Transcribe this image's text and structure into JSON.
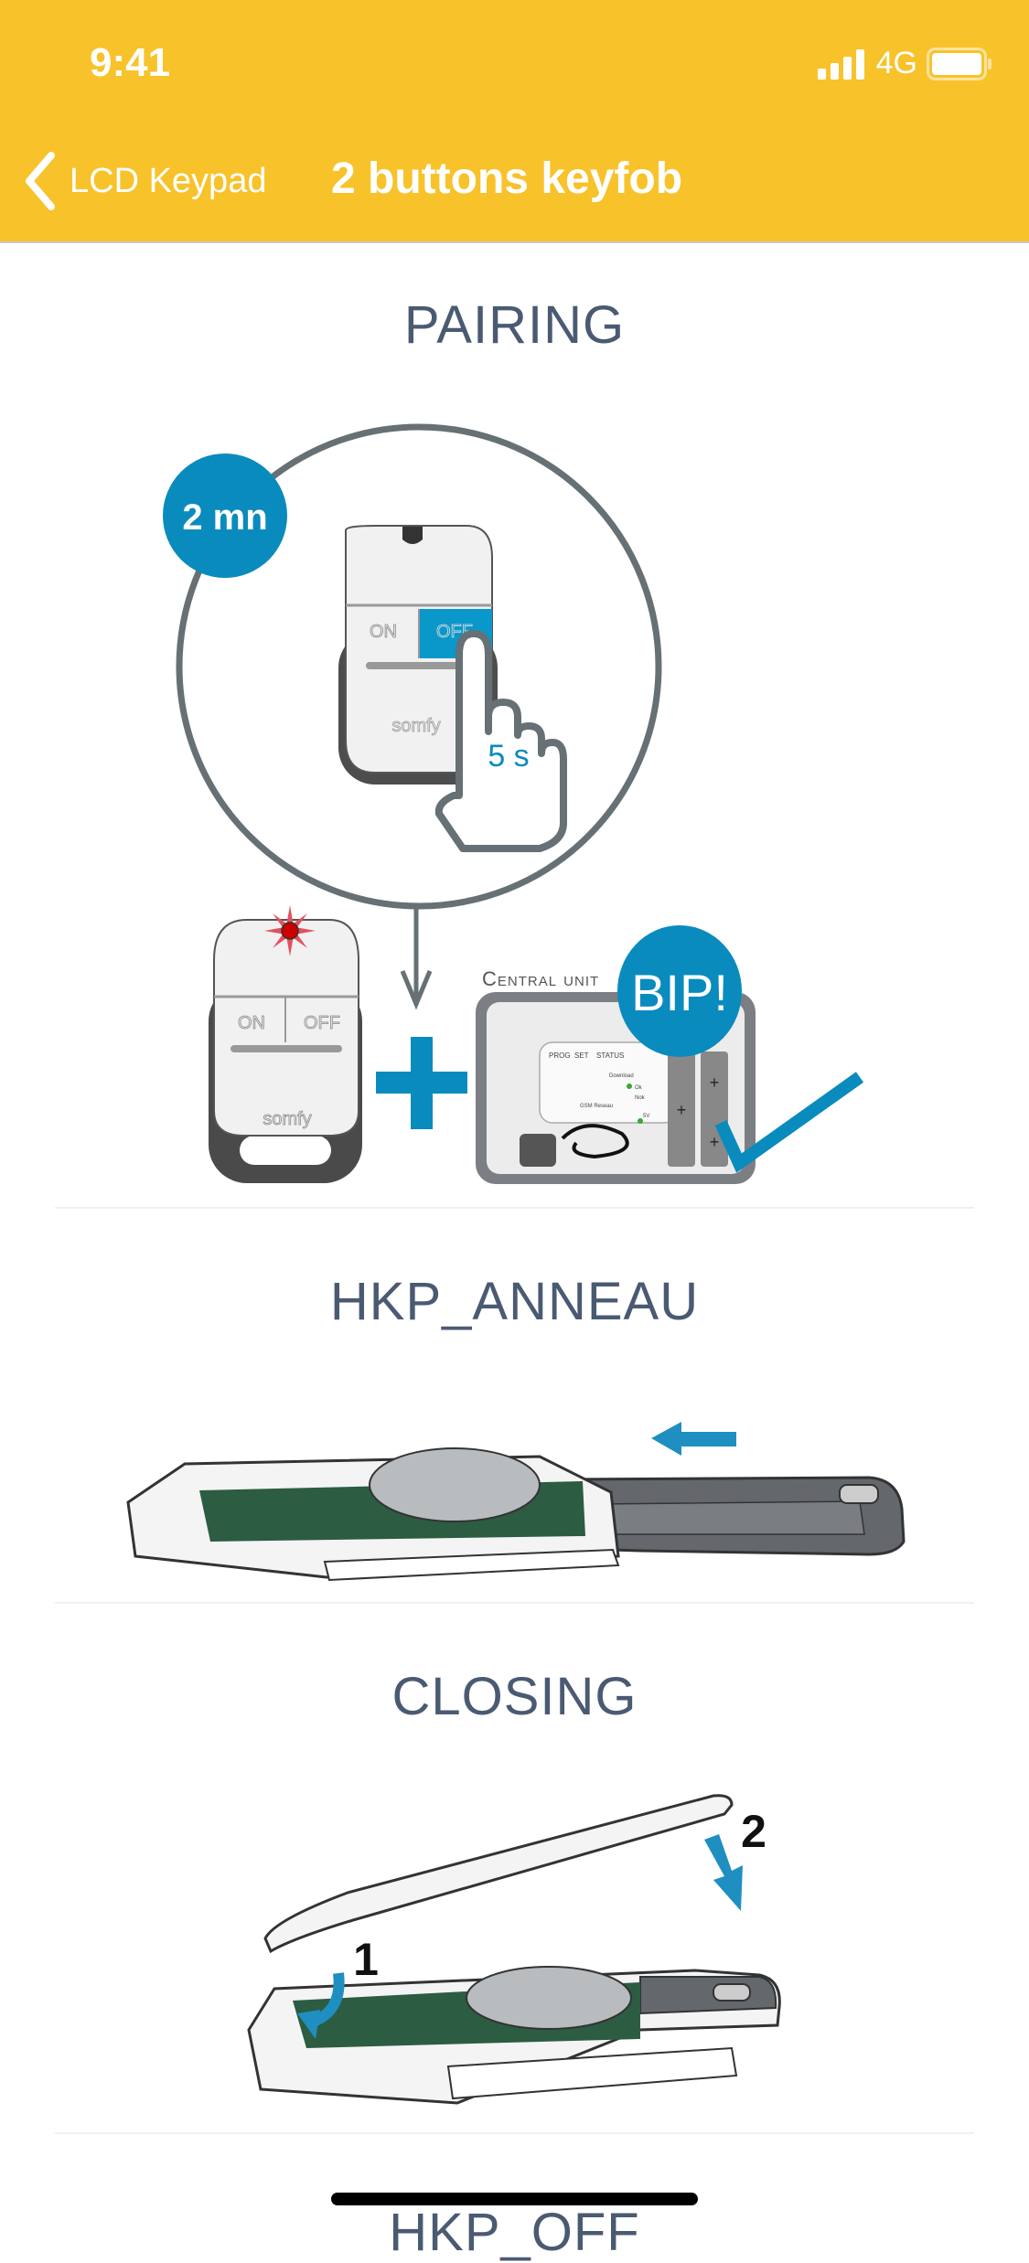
{
  "status": {
    "time": "9:41",
    "network": "4G"
  },
  "nav": {
    "back_label": "LCD Keypad",
    "title": "2 buttons keyfob"
  },
  "sections": [
    {
      "title": "PAIRING"
    },
    {
      "title": "HKP_ANNEAU"
    },
    {
      "title": "CLOSING"
    },
    {
      "title": "HKP_OFF"
    }
  ],
  "pairing": {
    "timer_badge": "2 mn",
    "on_label": "ON",
    "off_label": "OFF",
    "brand": "somfy",
    "press_duration": "5 s",
    "central_unit_label": "Central unit",
    "beep_label": "BIP!",
    "board": {
      "prog": "PROG",
      "set": "SET",
      "status": "STATUS",
      "download": "Download",
      "gsm": "GSM Reseau",
      "ok": "Ok",
      "nok": "Nok",
      "volt": "5V"
    }
  },
  "closing": {
    "step1": "1",
    "step2": "2"
  },
  "colors": {
    "header": "#f8c22b",
    "accent": "#0a8bbd",
    "title": "#4a5a72",
    "outline": "#667075"
  }
}
